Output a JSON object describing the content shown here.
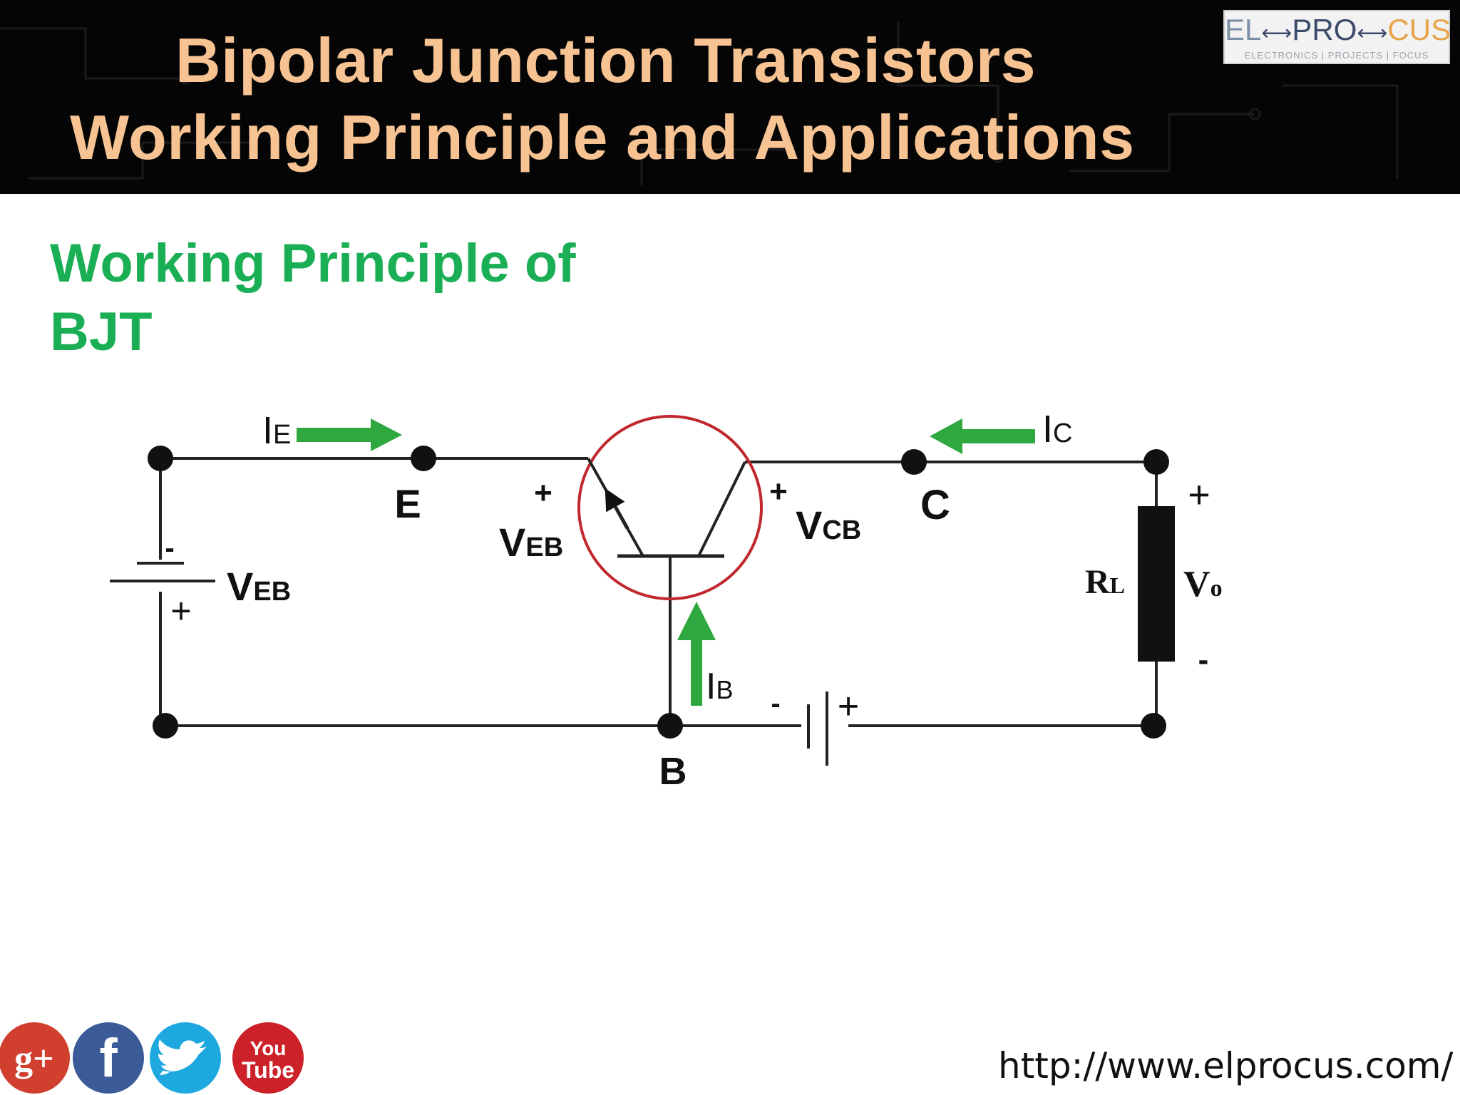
{
  "header": {
    "title_line1": "Bipolar Junction Transistors",
    "title_line2": "Working Principle and Applications",
    "title_color": "#f7c392",
    "background": "#050505"
  },
  "logo": {
    "left": "EL",
    "middle": "PRO",
    "right": "CUS",
    "tagline": "ELECTRONICS | PROJECTS | FOCUS"
  },
  "section": {
    "heading_line1": "Working Principle of",
    "heading_line2": "BJT",
    "color": "#1aae55"
  },
  "circuit": {
    "emitter_current": {
      "main": "I",
      "sub": "E"
    },
    "collector_current": {
      "main": "I",
      "sub": "C"
    },
    "base_current": {
      "main": "I",
      "sub": "B"
    },
    "node_emitter": "E",
    "node_collector": "C",
    "node_base": "B",
    "veb_battery": {
      "main": "V",
      "sub": "EB",
      "minus": "-",
      "plus": "+"
    },
    "veb_junction": {
      "main": "V",
      "sub": "EB",
      "plus": "+"
    },
    "vcb_junction": {
      "main": "V",
      "sub": "CB",
      "plus": "+"
    },
    "vcc_battery": {
      "minus": "-",
      "plus": "+"
    },
    "load": {
      "main": "R",
      "sub": "L"
    },
    "output": {
      "main": "V",
      "sub": "o",
      "plus": "+",
      "minus": "-"
    },
    "arrow_color": "#2ea83f",
    "transistor_circle_color": "#c0282d"
  },
  "social": {
    "icons": [
      "google-plus-icon",
      "facebook-icon",
      "twitter-icon",
      "youtube-icon"
    ],
    "google_plus": "g+",
    "facebook": "f",
    "youtube_top": "You",
    "youtube_bottom": "Tube"
  },
  "footer": {
    "url": "http://www.elprocus.com/"
  }
}
